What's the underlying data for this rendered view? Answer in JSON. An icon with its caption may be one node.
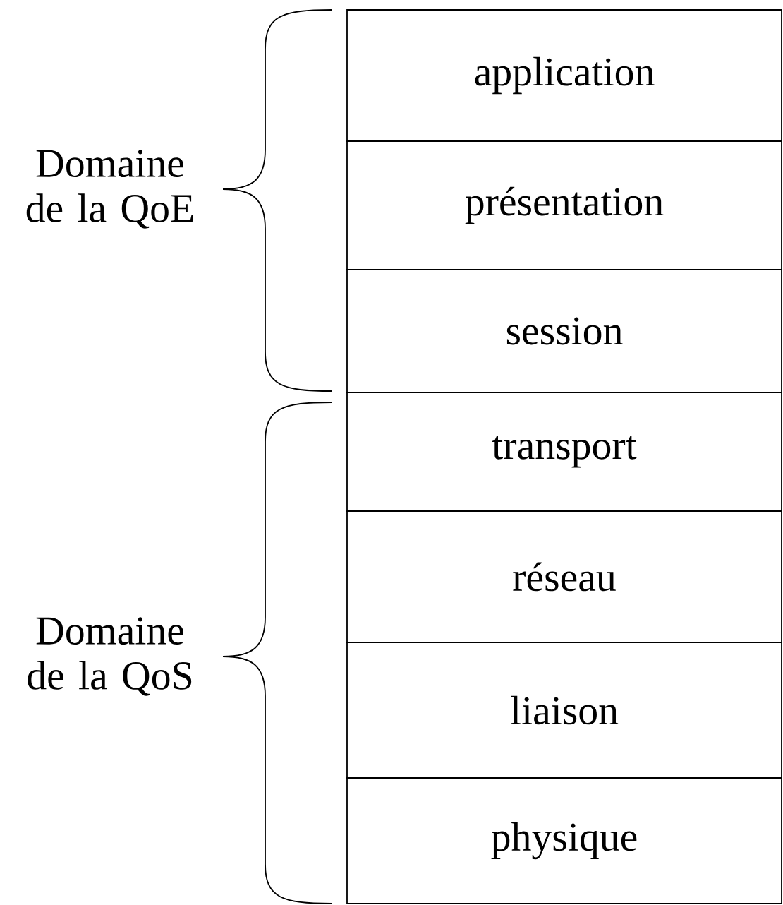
{
  "diagram": {
    "nodes": [
      {
        "text": [
          "application"
        ]
      },
      {
        "text": [
          "présentation"
        ]
      },
      {
        "text": [
          "session"
        ]
      },
      {
        "text": [
          "transport"
        ]
      },
      {
        "text": [
          "réseau"
        ]
      },
      {
        "text": [
          "liaison"
        ]
      },
      {
        "text": [
          "physique"
        ]
      }
    ],
    "labels": [
      "Domaine de la QoE",
      "Domaine de la QoS"
    ]
  }
}
